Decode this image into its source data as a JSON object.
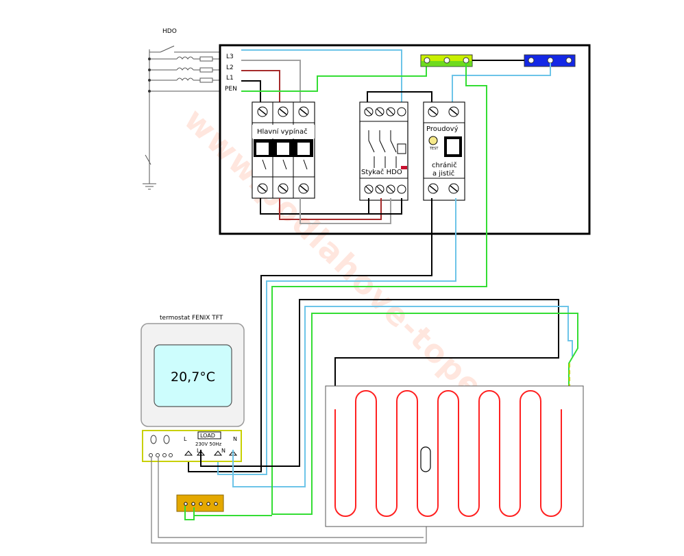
{
  "hdo_label": "HDO",
  "phases": {
    "l3": "L3",
    "l2": "L2",
    "l1": "L1",
    "pen": "PEN"
  },
  "main_switch_label": "Hlavní vypínač",
  "contactor_label": "Stykač HDO",
  "rcd_label_1": "Proudový",
  "rcd_label_2": "chránič",
  "rcd_label_3": "a jistič",
  "test_label": "TEST",
  "thermostat": {
    "title": "termostat FENIX TFT",
    "temperature": "20,7°C",
    "load_label": "LOAD",
    "rating_label": "230V 50Hz",
    "l_label": "L",
    "n_label": "N"
  },
  "watermark": "www.podlahove-topenie.eu",
  "colors": {
    "phase_brown": "#a52a2a",
    "phase_grey": "#a0a0a0",
    "neutral_blue": "#6cc4e8",
    "pe_green": "#33dd33",
    "heating_cable": "#ff2020",
    "pe_bar": "#c8f000",
    "n_bar": "#1428e6",
    "terminal_block": "#e4a800"
  }
}
